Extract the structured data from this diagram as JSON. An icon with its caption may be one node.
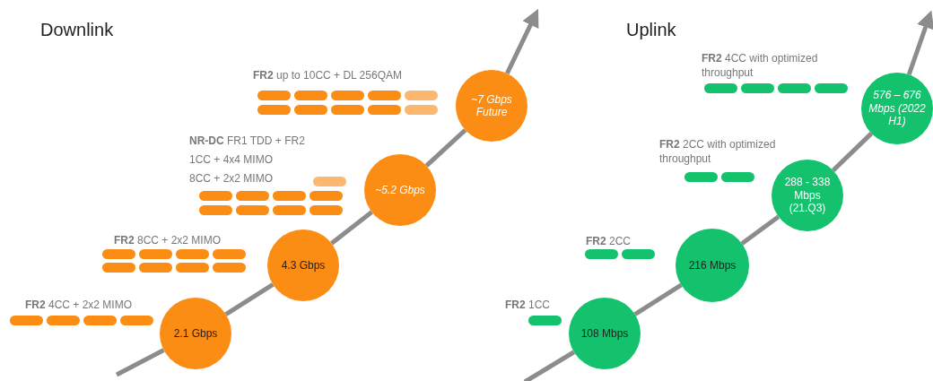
{
  "diagram": {
    "nodes": [
      {
        "text": [
          "2.1 Gbps"
        ]
      },
      {
        "text": [
          "4.3 Gbps"
        ]
      },
      {
        "text": [
          "~5.2 Gbps"
        ]
      },
      {
        "text": [
          "~7 Gbps Future"
        ]
      },
      {
        "text": [
          "108 Mbps"
        ]
      },
      {
        "text": [
          "216 Mbps"
        ]
      },
      {
        "text": [
          "288 - 338 Mbps (21.Q3)"
        ]
      },
      {
        "text": [
          "576 – 676 Mbps (2022 H1)"
        ]
      }
    ],
    "edges": [
      {
        "from": null,
        "to": 0,
        "arrow": "none"
      },
      {
        "from": 0,
        "to": 1,
        "arrow": "none"
      },
      {
        "from": 1,
        "to": 2,
        "arrow": "none"
      },
      {
        "from": 2,
        "to": 3,
        "arrow": "none"
      },
      {
        "from": 3,
        "to": null,
        "arrow": "to"
      },
      {
        "from": null,
        "to": 4,
        "arrow": "none"
      },
      {
        "from": 4,
        "to": 5,
        "arrow": "none"
      },
      {
        "from": 5,
        "to": 6,
        "arrow": "none"
      },
      {
        "from": 6,
        "to": 7,
        "arrow": "none"
      },
      {
        "from": 7,
        "to": null,
        "arrow": "to"
      }
    ],
    "labels": [
      "Downlink",
      "Uplink",
      "**FR2** up to 10CC + DL 256QAM",
      "**NR-DC** FR1 TDD + FR2",
      "1CC + 4x4 MIMO",
      "8CC + 2x2 MIMO",
      "**FR2** 8CC + 2x2 MIMO",
      "**FR2** 4CC + 2x2 MIMO",
      "**FR2** 4CC with optimized throughput",
      "**FR2** 2CC with optimized throughput",
      "**FR2** 2CC",
      "**FR2** 1CC"
    ]
  }
}
